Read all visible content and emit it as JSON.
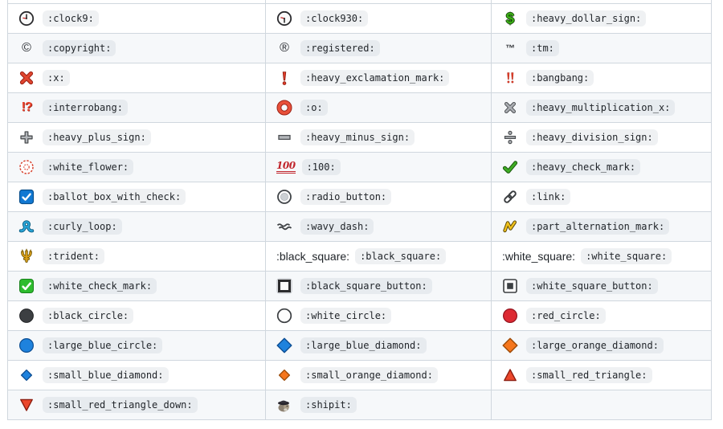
{
  "page": {
    "background": "#ffffff"
  },
  "table": {
    "stripe_color": "#f6f8fa",
    "border_color": "#d0d7de",
    "code_background": "rgba(175,184,193,0.2)",
    "text_color": "#1f2328",
    "columns": 3,
    "rows": [
      {
        "cells": [
          {
            "icon": "clock9-emoji",
            "code": ":clock9:"
          },
          {
            "icon": "clock930-emoji",
            "code": ":clock930:"
          },
          {
            "icon": "heavy-dollar-sign-emoji",
            "glyph": "$",
            "code": ":heavy_dollar_sign:"
          }
        ]
      },
      {
        "cells": [
          {
            "icon": "copyright-emoji",
            "glyph": "©",
            "code": ":copyright:"
          },
          {
            "icon": "registered-emoji",
            "glyph": "®",
            "code": ":registered:"
          },
          {
            "icon": "tm-emoji",
            "glyph": "™",
            "code": ":tm:"
          }
        ]
      },
      {
        "cells": [
          {
            "icon": "x-emoji",
            "code": ":x:"
          },
          {
            "icon": "heavy-exclamation-mark-emoji",
            "code": ":heavy_exclamation_mark:"
          },
          {
            "icon": "bangbang-emoji",
            "code": ":bangbang:"
          }
        ]
      },
      {
        "cells": [
          {
            "icon": "interrobang-emoji",
            "glyph": "!?",
            "code": ":interrobang:"
          },
          {
            "icon": "o-emoji",
            "code": ":o:"
          },
          {
            "icon": "heavy-multiplication-x-emoji",
            "code": ":heavy_multiplication_x:"
          }
        ]
      },
      {
        "cells": [
          {
            "icon": "heavy-plus-sign-emoji",
            "code": ":heavy_plus_sign:"
          },
          {
            "icon": "heavy-minus-sign-emoji",
            "code": ":heavy_minus_sign:"
          },
          {
            "icon": "heavy-division-sign-emoji",
            "code": ":heavy_division_sign:"
          }
        ]
      },
      {
        "cells": [
          {
            "icon": "white-flower-emoji",
            "code": ":white_flower:"
          },
          {
            "icon": "100-emoji",
            "glyph": "100",
            "code": ":100:"
          },
          {
            "icon": "heavy-check-mark-emoji",
            "code": ":heavy_check_mark:"
          }
        ]
      },
      {
        "cells": [
          {
            "icon": "ballot-box-with-check-emoji",
            "code": ":ballot_box_with_check:"
          },
          {
            "icon": "radio-button-emoji",
            "code": ":radio_button:"
          },
          {
            "icon": "link-emoji",
            "code": ":link:"
          }
        ]
      },
      {
        "cells": [
          {
            "icon": "curly-loop-emoji",
            "code": ":curly_loop:"
          },
          {
            "icon": "wavy-dash-emoji",
            "code": ":wavy_dash:"
          },
          {
            "icon": "part-alternation-mark-emoji",
            "code": ":part_alternation_mark:"
          }
        ]
      },
      {
        "cells": [
          {
            "icon": "trident-emoji",
            "code": ":trident:"
          },
          {
            "plain": ":black_square:",
            "code": ":black_square:"
          },
          {
            "plain": ":white_square:",
            "code": ":white_square:"
          }
        ]
      },
      {
        "cells": [
          {
            "icon": "white-check-mark-emoji",
            "code": ":white_check_mark:"
          },
          {
            "icon": "black-square-button-emoji",
            "code": ":black_square_button:"
          },
          {
            "icon": "white-square-button-emoji",
            "code": ":white_square_button:"
          }
        ]
      },
      {
        "cells": [
          {
            "icon": "black-circle-emoji",
            "code": ":black_circle:"
          },
          {
            "icon": "white-circle-emoji",
            "code": ":white_circle:"
          },
          {
            "icon": "red-circle-emoji",
            "code": ":red_circle:"
          }
        ]
      },
      {
        "cells": [
          {
            "icon": "large-blue-circle-emoji",
            "code": ":large_blue_circle:"
          },
          {
            "icon": "large-blue-diamond-emoji",
            "code": ":large_blue_diamond:"
          },
          {
            "icon": "large-orange-diamond-emoji",
            "code": ":large_orange_diamond:"
          }
        ]
      },
      {
        "cells": [
          {
            "icon": "small-blue-diamond-emoji",
            "code": ":small_blue_diamond:"
          },
          {
            "icon": "small-orange-diamond-emoji",
            "code": ":small_orange_diamond:"
          },
          {
            "icon": "small-red-triangle-emoji",
            "code": ":small_red_triangle:"
          }
        ]
      },
      {
        "cells": [
          {
            "icon": "small-red-triangle-down-emoji",
            "code": ":small_red_triangle_down:"
          },
          {
            "icon": "shipit-emoji",
            "code": ":shipit:"
          },
          {}
        ]
      }
    ]
  }
}
